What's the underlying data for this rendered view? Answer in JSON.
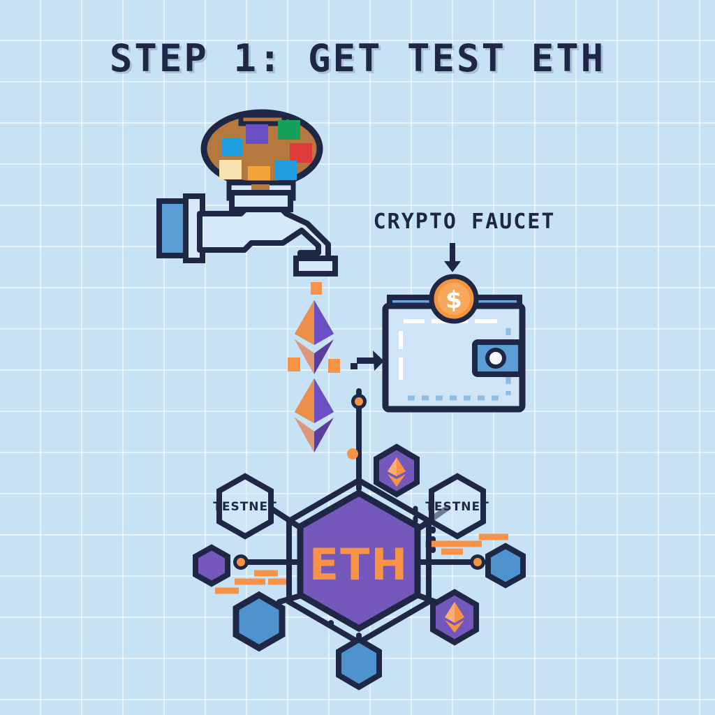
{
  "page": {
    "title": "STEP 1: GET TEST ETH",
    "background_color": "#c7e2f5",
    "grid_color": "#ffffff",
    "ink_color": "#1e2746"
  },
  "annotations": {
    "faucet_label": "CRYPTO FAUCET",
    "faucet_arrow_icon": "arrow-down-icon",
    "flow_arrow_icon": "arrow-right-icon"
  },
  "palette_icon": {
    "name": "paint-palette-icon",
    "body_color": "#b5793f",
    "swatches": [
      {
        "color": "#1e9de0"
      },
      {
        "color": "#6b4fc4"
      },
      {
        "color": "#16a15b"
      },
      {
        "color": "#e03c3c"
      },
      {
        "color": "#f7e2b0"
      },
      {
        "color": "#f2a43a"
      },
      {
        "color": "#1e9de0"
      }
    ]
  },
  "faucet_icon": {
    "name": "faucet-icon",
    "body_color": "#d5e9f8",
    "valve_color": "#b5793f",
    "pipe_color": "#5b9ed6"
  },
  "eth_drops": {
    "name": "eth-coin-drip",
    "count": 2,
    "diamond_top_color": "#f79247",
    "diamond_body_color": "#5b3f9e",
    "droplet_color": "#f79247"
  },
  "wallet_icon": {
    "name": "wallet-icon",
    "body_color": "#cfe4f6",
    "band_color": "#6ba3da",
    "clasp_color": "#5b9ed6",
    "coin": {
      "name": "dollar-coin-icon",
      "color": "#f39440",
      "symbol": "$"
    }
  },
  "network": {
    "center_node": {
      "name": "eth-hex-node",
      "label": "ETH",
      "fill": "#7558bb",
      "label_color": "#f79247"
    },
    "testnet_nodes": [
      {
        "label": "TESTNET",
        "position": "left"
      },
      {
        "label": "TESTNET",
        "position": "right"
      }
    ],
    "satellite_nodes": [
      {
        "name": "eth-hex-small-top",
        "fill": "#7558bb",
        "has_eth_logo": true
      },
      {
        "name": "eth-hex-small-bottom-right",
        "fill": "#7558bb",
        "has_eth_logo": true
      },
      {
        "name": "purple-hex-left",
        "fill": "#7558bb",
        "has_eth_logo": false
      },
      {
        "name": "blue-hex-right",
        "fill": "#4e93cd",
        "has_eth_logo": false
      },
      {
        "name": "blue-hex-bottom-left",
        "fill": "#4e93cd",
        "has_eth_logo": false
      },
      {
        "name": "blue-hex-bottom",
        "fill": "#4e93cd",
        "has_eth_logo": false
      }
    ],
    "connector_dot_color": "#f79247",
    "dash_marks_color": "#f79247",
    "edge_color": "#1e2746"
  }
}
